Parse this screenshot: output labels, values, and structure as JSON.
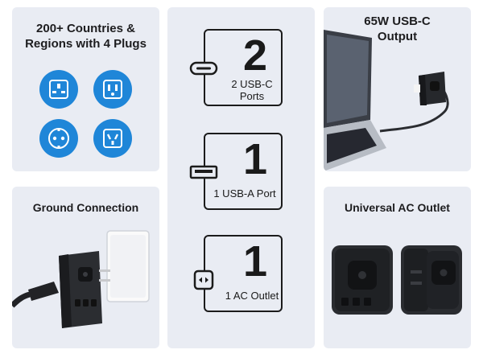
{
  "panels": {
    "countries": {
      "title_line1": "200+ Countries &",
      "title_line2": "Regions with 4 Plugs",
      "plugs": [
        "uk-plug-icon",
        "us-plug-icon",
        "eu-plug-icon",
        "au-plug-icon"
      ]
    },
    "ports": {
      "cards": [
        {
          "number": "2",
          "label_line1": "2 USB-C",
          "label_line2": "Ports",
          "icon": "usb-c-port-icon"
        },
        {
          "number": "1",
          "label_line1": "1 USB-A Port",
          "icon": "usb-a-port-icon"
        },
        {
          "number": "1",
          "label_line1": "1 AC Outlet",
          "icon": "ac-outlet-icon"
        }
      ]
    },
    "output": {
      "title_line1": "65W USB-C",
      "title_line2": "Output"
    },
    "ground": {
      "title": "Ground Connection"
    },
    "universal": {
      "title": "Universal AC Outlet"
    }
  },
  "colors": {
    "panel_bg": "#e9ecf3",
    "plug_blue": "#1f86d8",
    "outline": "#1b1b1b"
  }
}
